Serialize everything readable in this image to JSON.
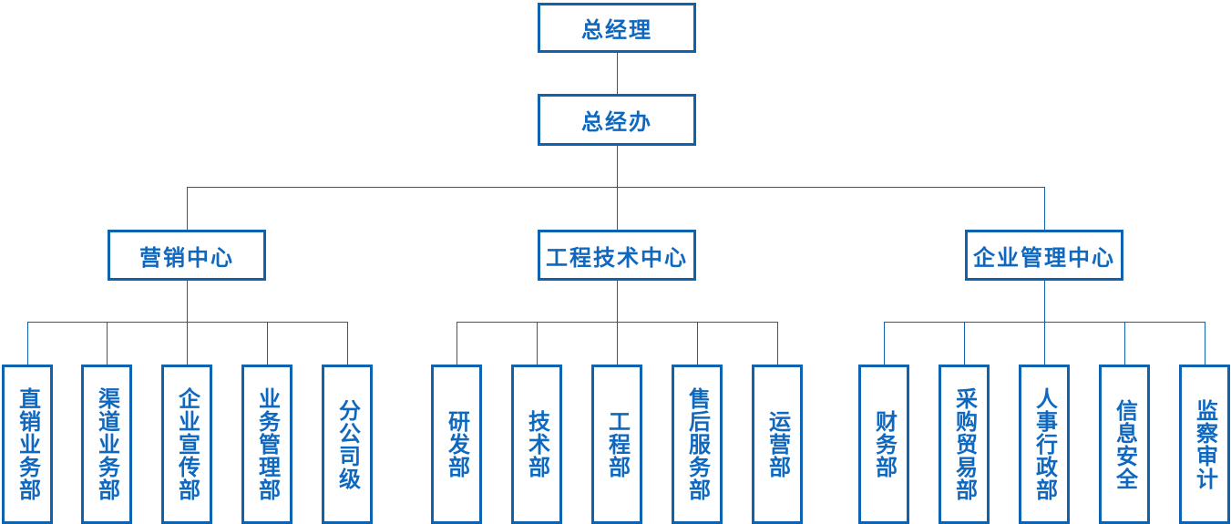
{
  "nodes": {
    "root": "总经理",
    "office": "总经办"
  },
  "branches": [
    {
      "label": "营销中心",
      "children": [
        "直销业务部",
        "渠道业务部",
        "企业宣传部",
        "业务管理部",
        "分公司级"
      ]
    },
    {
      "label": "工程技术中心",
      "children": [
        "研发部",
        "技术部",
        "工程部",
        "售后服务部",
        "运营部"
      ]
    },
    {
      "label": "企业管理中心",
      "children": [
        "财务部",
        "采购贸易部",
        "人事行政部",
        "信息安全",
        "监察审计"
      ]
    }
  ],
  "colors": {
    "line": "#0f62ae",
    "text": "#0f68c0",
    "background": "#ffffff"
  }
}
